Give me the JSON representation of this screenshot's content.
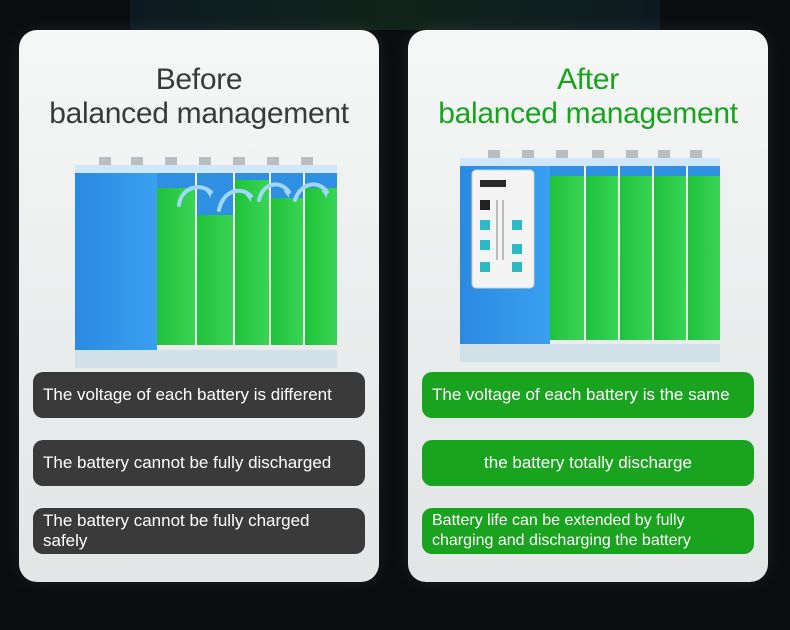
{
  "before": {
    "title_line1": "Before",
    "title_line2": "balanced management",
    "statements": [
      "The voltage of each battery is different",
      "The battery cannot be fully discharged",
      "The battery cannot be fully charged safely"
    ]
  },
  "after": {
    "title_line1": "After",
    "title_line2": "balanced management",
    "statements": [
      "The voltage of each battery is the same",
      "the battery totally discharge",
      "Battery life can be extended by fully charging and discharging the battery"
    ]
  },
  "colors": {
    "before_accent": "#3a3a3a",
    "after_accent": "#1aa31f",
    "cell_blue": "#2f8fe0",
    "cell_green": "#22c43a"
  },
  "icons": [
    "balance-arrow-icon",
    "bms-board-icon"
  ]
}
